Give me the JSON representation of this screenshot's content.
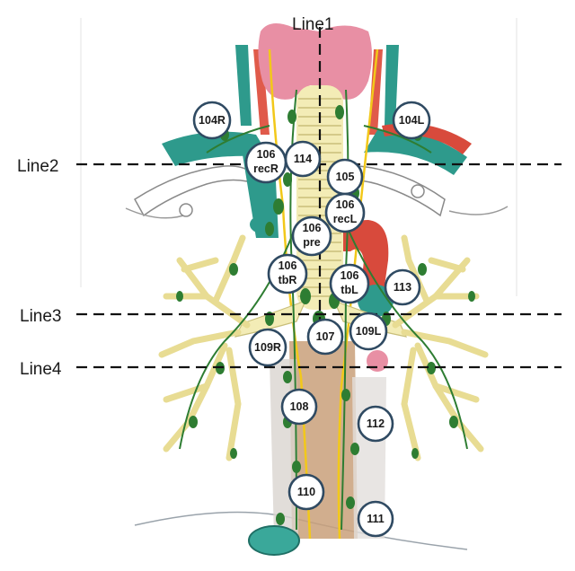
{
  "reference_lines": [
    {
      "id": "line1",
      "label": "Line1"
    },
    {
      "id": "line2",
      "label": "Line2"
    },
    {
      "id": "line3",
      "label": "Line3"
    },
    {
      "id": "line4",
      "label": "Line4"
    }
  ],
  "stations": [
    {
      "id": "104R",
      "lines": [
        "104R"
      ]
    },
    {
      "id": "104L",
      "lines": [
        "104L"
      ]
    },
    {
      "id": "106recR",
      "lines": [
        "106",
        "recR"
      ]
    },
    {
      "id": "114",
      "lines": [
        "114"
      ]
    },
    {
      "id": "105",
      "lines": [
        "105"
      ]
    },
    {
      "id": "106recL",
      "lines": [
        "106",
        "recL"
      ]
    },
    {
      "id": "106pre",
      "lines": [
        "106",
        "pre"
      ]
    },
    {
      "id": "106tbR",
      "lines": [
        "106",
        "tbR"
      ]
    },
    {
      "id": "106tbL",
      "lines": [
        "106",
        "tbL"
      ]
    },
    {
      "id": "113",
      "lines": [
        "113"
      ]
    },
    {
      "id": "107",
      "lines": [
        "107"
      ]
    },
    {
      "id": "109L",
      "lines": [
        "109L"
      ]
    },
    {
      "id": "109R",
      "lines": [
        "109R"
      ]
    },
    {
      "id": "108",
      "lines": [
        "108"
      ]
    },
    {
      "id": "112",
      "lines": [
        "112"
      ]
    },
    {
      "id": "110",
      "lines": [
        "110"
      ]
    },
    {
      "id": "111",
      "lines": [
        "111"
      ]
    }
  ],
  "colors": {
    "thyroid": "#e88fa4",
    "trachea": "#f3ecb6",
    "trachea_rings": "#c9bf7a",
    "vessel_teal": "#2e9a8c",
    "artery_red": "#d84a3c",
    "nerve_yellow": "#f2c81a",
    "lymph_green": "#2e7d32",
    "esophagus": "#c9a07a",
    "node_border": "#2f4a62"
  }
}
